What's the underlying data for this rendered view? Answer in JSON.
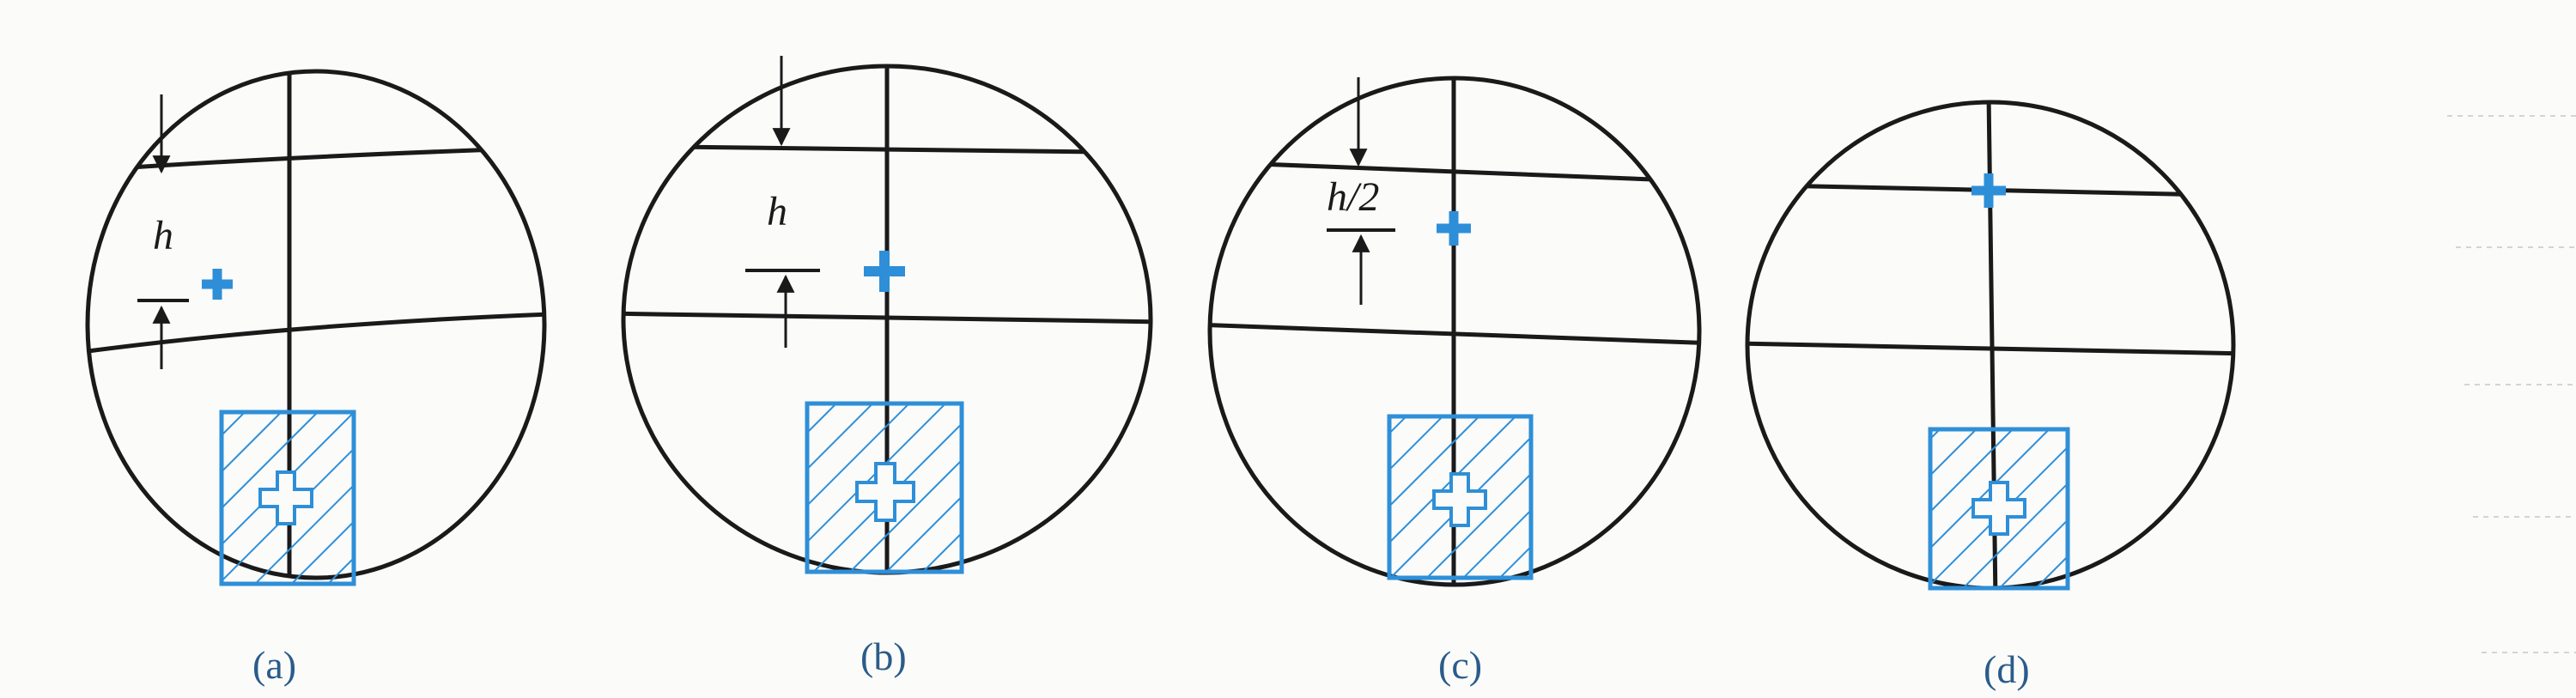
{
  "colors": {
    "ink": "#1a1a1a",
    "accent": "#2e8fd8",
    "caption": "#2a5c8a",
    "background": "#fbfbfa"
  },
  "panels": [
    {
      "caption": "(a)",
      "annotation": "h"
    },
    {
      "caption": "(b)",
      "annotation": "h"
    },
    {
      "caption": "(c)",
      "annotation": "h/2"
    },
    {
      "caption": "(d)",
      "annotation": ""
    }
  ]
}
